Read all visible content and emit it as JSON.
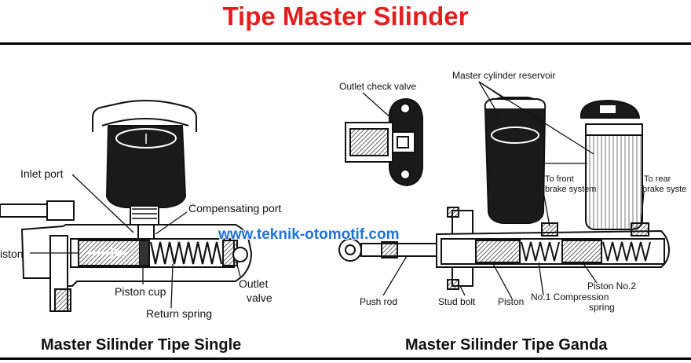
{
  "title": "Tipe Master Silinder",
  "watermark": "www.teknik-otomotif.com",
  "captions": {
    "single": "Master Silinder Tipe Single",
    "tandem": "Master Silinder Tipe Ganda"
  },
  "single_labels": {
    "inlet_port": "Inlet port",
    "compensating_port": "Compensating port",
    "piston": "iston",
    "piston_cup": "Piston cup",
    "return_spring": "Return spring",
    "outlet_valve_1": "Outlet",
    "outlet_valve_2": "valve"
  },
  "tandem_labels": {
    "outlet_check_valve": "Outlet check valve",
    "reservoir": "Master cylinder reservoir",
    "front_1": "To front",
    "front_2": "brake system",
    "rear_1": "To rear",
    "rear_2": "brake syste",
    "push_rod": "Push rod",
    "stud_bolt": "Stud bolt",
    "piston": "Piston",
    "no1_1": "No.1 Compression",
    "no1_2": "spring",
    "piston_no2": "Piston No.2"
  }
}
